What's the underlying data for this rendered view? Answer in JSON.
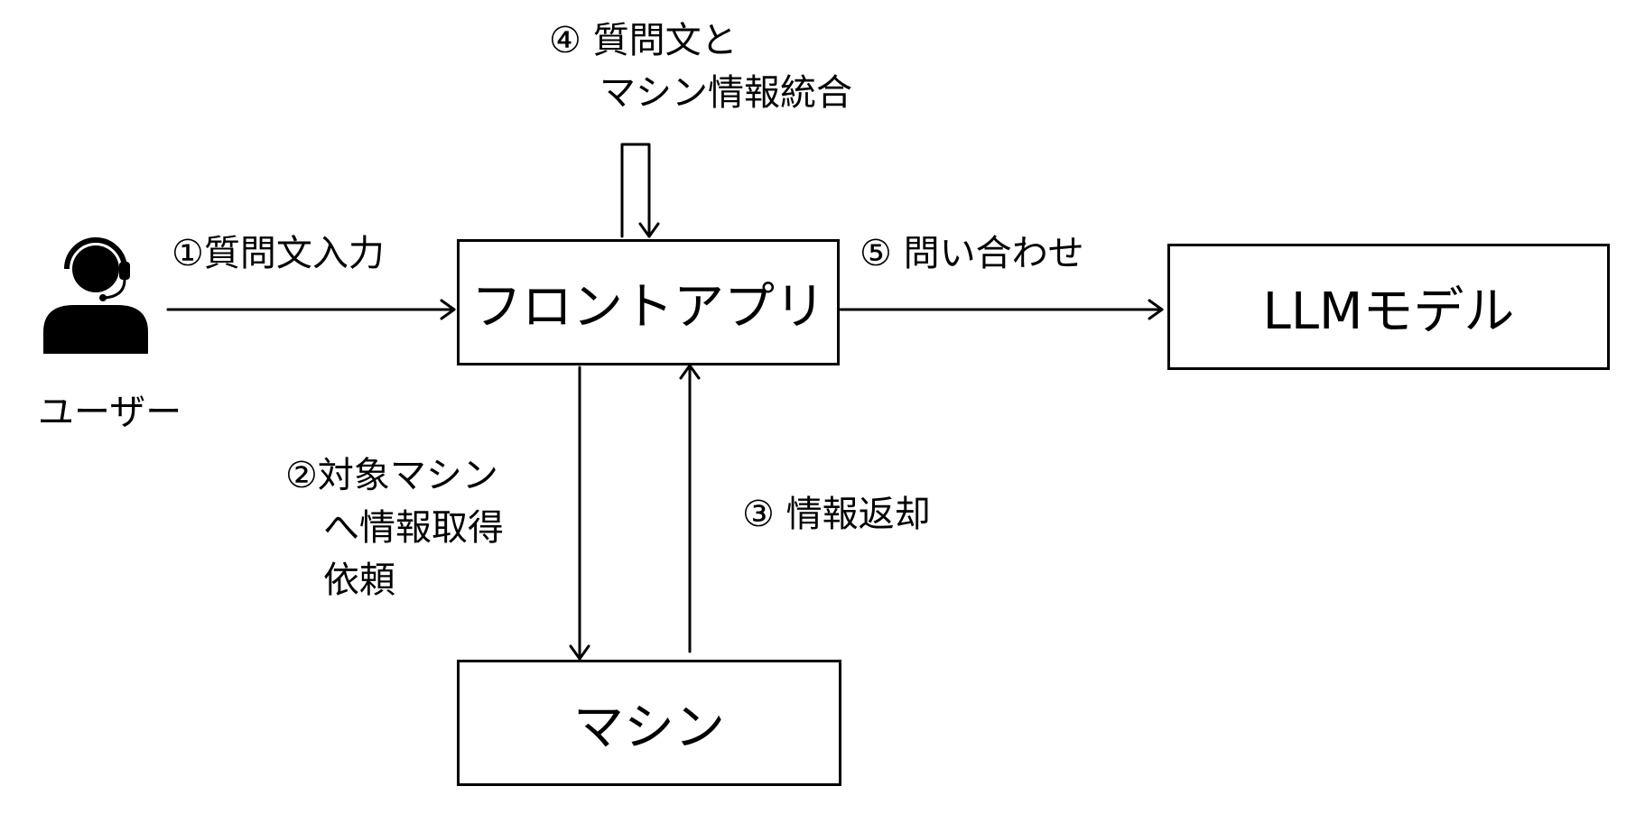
{
  "nodes": {
    "user": {
      "label": "ユーザー",
      "icon": "user-headset-icon"
    },
    "front_app": {
      "label": "フロントアプリ"
    },
    "machine": {
      "label": "マシン"
    },
    "llm_model": {
      "label": "LLMモデル"
    }
  },
  "edges": {
    "step1": {
      "label": "①質問文入力"
    },
    "step2": {
      "lines": [
        "②対象マシン",
        "へ情報取得",
        "依頼"
      ]
    },
    "step3": {
      "label": "③ 情報返却"
    },
    "step4": {
      "lines": [
        "④ 質問文と",
        "マシン情報統合"
      ]
    },
    "step5": {
      "label": "⑤ 問い合わせ"
    }
  },
  "colors": {
    "stroke": "#000000",
    "background": "#ffffff"
  }
}
